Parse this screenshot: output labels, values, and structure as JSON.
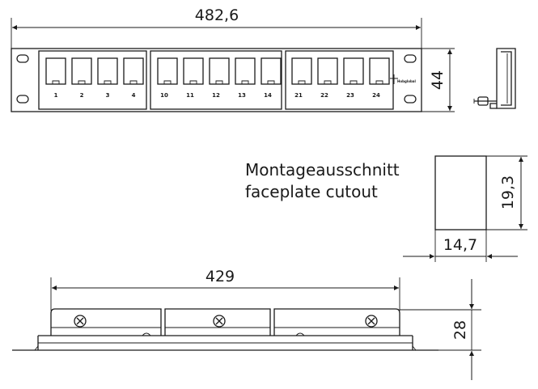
{
  "front_view": {
    "width_label": "482,6",
    "height_label": "44",
    "port_labels": [
      "1",
      "2",
      "3",
      "4",
      "10",
      "11",
      "12",
      "13",
      "14",
      "21",
      "22",
      "23",
      "24"
    ],
    "logo_text": "Hobglobal"
  },
  "cutout": {
    "caption_de": "Montageausschnitt",
    "caption_en": "faceplate cutout",
    "height_label": "19,3",
    "width_label": "14,7"
  },
  "bottom_view": {
    "width_label": "429",
    "height_label": "28"
  }
}
